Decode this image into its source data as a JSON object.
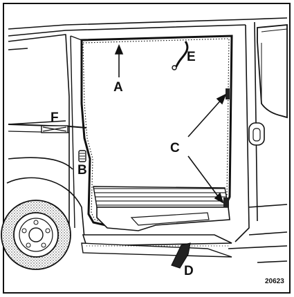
{
  "figure": {
    "labels": {
      "A": "A",
      "B": "B",
      "C": "C",
      "D": "D",
      "E": "E",
      "F": "F"
    },
    "reference_number": "20623",
    "colors": {
      "ink": "#111111",
      "paper": "#ffffff",
      "tyre_stipple": "#9a9a9a"
    }
  }
}
